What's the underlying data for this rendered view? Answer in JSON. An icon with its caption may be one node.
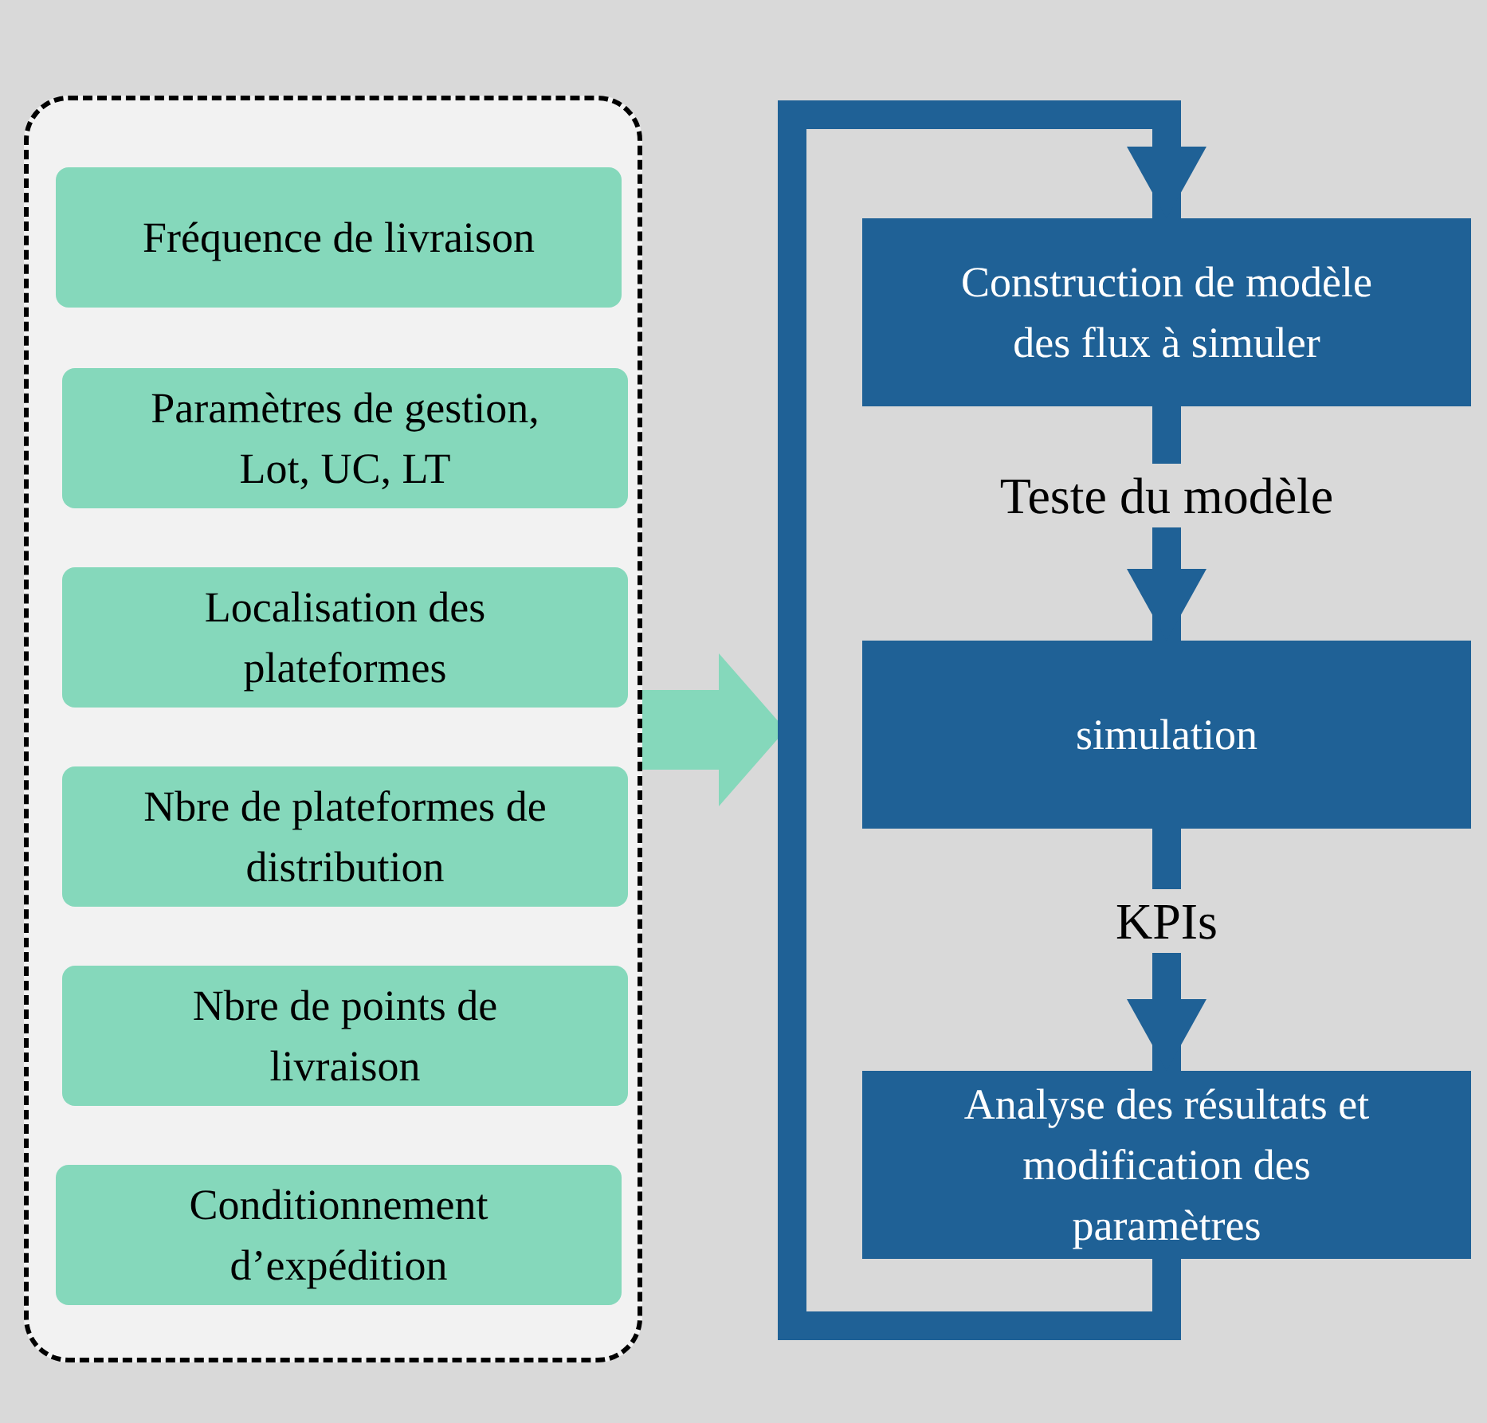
{
  "diagram": {
    "nodes": [
      {
        "text": [],
        "shape": "box"
      },
      {
        "text": [
          "Fréquence de livraison"
        ],
        "in": 0
      },
      {
        "text": [
          "Paramètres de gestion, Lot, UC, LT"
        ],
        "in": 0
      },
      {
        "text": [
          "Localisation des plateformes"
        ],
        "in": 0
      },
      {
        "text": [
          "Nbre de plateformes de distribution"
        ],
        "in": 0
      },
      {
        "text": [
          "Nbre de points de livraison"
        ],
        "in": 0
      },
      {
        "text": [
          "Conditionnement d’expédition"
        ],
        "in": 0
      },
      {
        "text": [
          "Construction de modèle des flux à simuler"
        ]
      },
      {
        "text": [
          "simulation"
        ]
      },
      {
        "text": [
          "Analyse des résultats et modification des paramètres"
        ]
      }
    ],
    "edges": [
      {
        "from": 0,
        "to": null,
        "arrow": "to",
        "style": "thick",
        "color": "#85d8bb"
      },
      {
        "from": 7,
        "to": 8,
        "arrow": "to",
        "label": "Teste du modèle"
      },
      {
        "from": 8,
        "to": 9,
        "arrow": "to",
        "label": "KPIs"
      },
      {
        "from": 9,
        "to": 7,
        "arrow": "to"
      }
    ]
  }
}
